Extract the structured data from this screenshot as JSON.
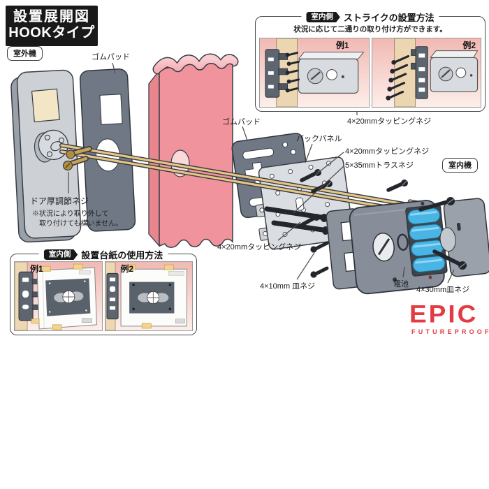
{
  "header": {
    "title_line1": "設置展開図",
    "title_line2": "HOOKタイプ"
  },
  "part_labels": {
    "outdoor_unit": "室外機",
    "rubber_pad_front": "ゴムパッド",
    "rubber_pad_back": "ゴムパッド",
    "back_panel": "バックパネル",
    "indoor_unit": "室内機",
    "battery": "電池"
  },
  "screw_labels": {
    "tapping_under_box": "4×20mmタッピングネジ",
    "tapping_mid": "4×20mmタッピングネジ",
    "truss": "5×35mmトラスネジ",
    "tapping_bottom": "4×20mmタッピングネジ",
    "flat_10": "4×10mm 皿ネジ",
    "flat_30": "4×30mm皿ネジ",
    "door_adjust": "ドア厚調節ネジ",
    "door_adjust_note1": "※状況により取り外して",
    "door_adjust_note2": "取り付けても構いません。"
  },
  "strike_box": {
    "badge": "室内側",
    "title": "ストライクの設置方法",
    "subtitle": "状況に応じて二通りの取り付け方ができます。",
    "example1": "例1",
    "example2": "例2"
  },
  "template_box": {
    "badge": "室内側",
    "title": "設置台紙の使用方法",
    "example1": "例1",
    "example2": "例2"
  },
  "brand": {
    "name": "EPIC",
    "tagline": "FUTUREPROOF"
  },
  "colors": {
    "brand_red": "#e23b41",
    "door_pink": "#f0939c",
    "door_edge_pink": "#f8c6ca",
    "rubber_pad_gray": "#6f7884",
    "unit_gray": "#878e99",
    "battery_blue": "#49b5e5",
    "brass": "#e7c685",
    "title_black": "#191919"
  }
}
